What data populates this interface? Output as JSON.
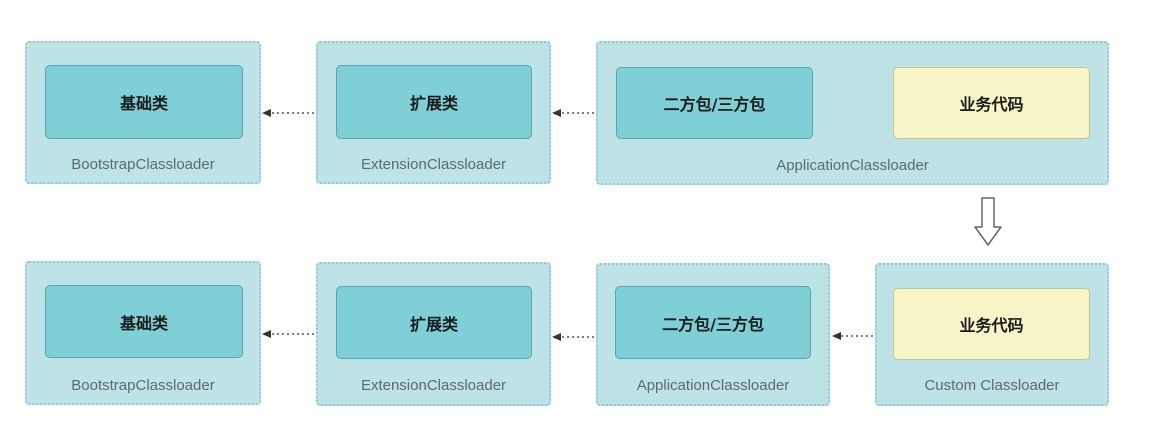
{
  "row1": {
    "bootstrap": {
      "inner_label": "基础类",
      "caption": "BootstrapClassloader"
    },
    "extension": {
      "inner_label": "扩展类",
      "caption": "ExtensionClassloader"
    },
    "application": {
      "inner_left_label": "二方包/三方包",
      "inner_right_label": "业务代码",
      "caption": "ApplicationClassloader"
    }
  },
  "row2": {
    "bootstrap": {
      "inner_label": "基础类",
      "caption": "BootstrapClassloader"
    },
    "extension": {
      "inner_label": "扩展类",
      "caption": "ExtensionClassloader"
    },
    "application": {
      "inner_label": "二方包/三方包",
      "caption": "ApplicationClassloader"
    },
    "custom": {
      "inner_label": "业务代码",
      "caption": "Custom Classloader"
    }
  },
  "colors": {
    "loader_bg": "#bde3e7",
    "inner_teal": "#7ecfd6",
    "inner_yellow": "#f7f5c8"
  }
}
